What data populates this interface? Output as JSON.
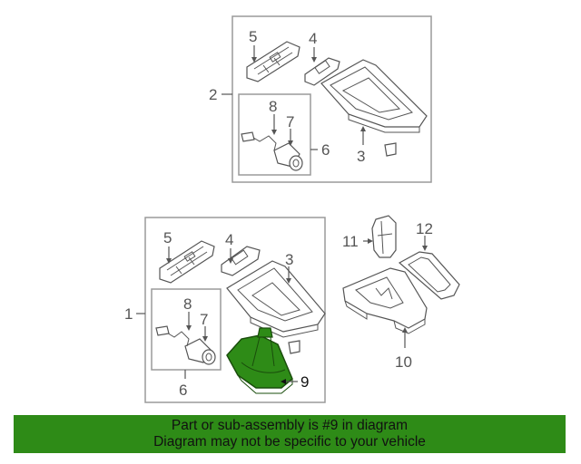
{
  "diagram": {
    "upper_assembly": {
      "callouts": {
        "c2": "2",
        "c3": "3",
        "c4": "4",
        "c5": "5",
        "c6": "6",
        "c7": "7",
        "c8": "8"
      }
    },
    "lower_assembly": {
      "callouts": {
        "c1": "1",
        "c3": "3",
        "c4": "4",
        "c5": "5",
        "c6": "6",
        "c7": "7",
        "c8": "8",
        "c9": "9",
        "c10": "10",
        "c11": "11",
        "c12": "12"
      }
    },
    "highlighted_part": "9",
    "highlight_color": "#2e8b17"
  },
  "banner": {
    "line1": "Part or sub-assembly is #9 in diagram",
    "line2": "Diagram may not be specific to your vehicle",
    "background": "#2e8b17"
  }
}
